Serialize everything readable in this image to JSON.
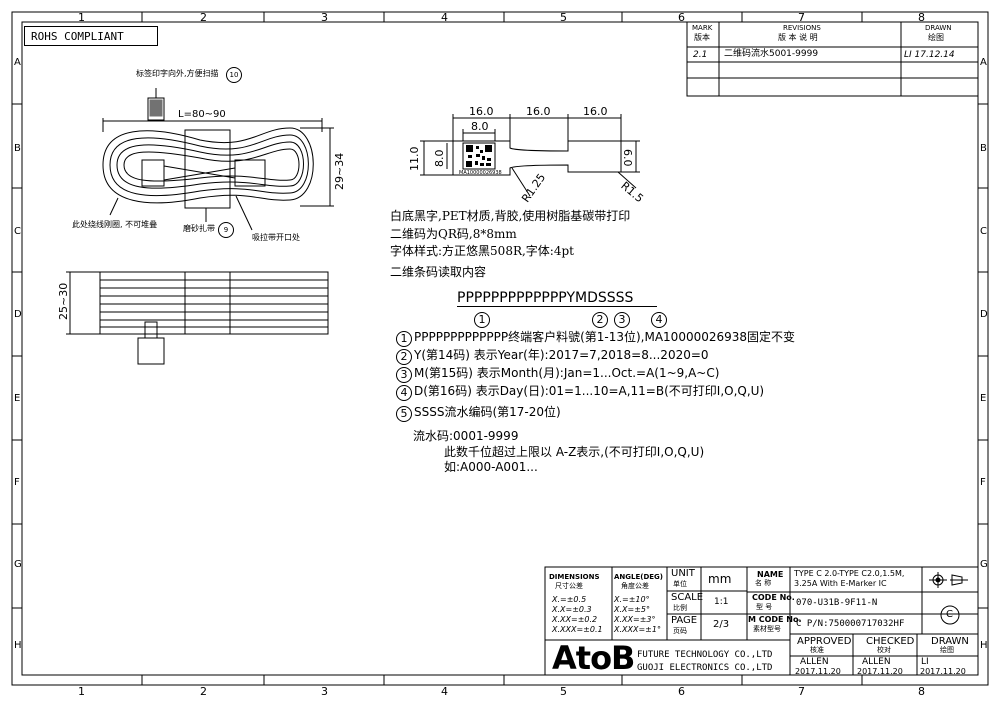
{
  "grid": {
    "columns": [
      "1",
      "2",
      "3",
      "4",
      "5",
      "6",
      "7",
      "8"
    ],
    "rows": [
      "A",
      "B",
      "C",
      "D",
      "E",
      "F",
      "G",
      "H"
    ]
  },
  "badge": "ROHS COMPLIANT",
  "revisions": {
    "mark_en": "MARK",
    "mark_cn": "版本",
    "rev_en": "REVISIONS",
    "rev_cn": "版 本 说 明",
    "drawn_en": "DRAWN",
    "drawn_cn": "绘图",
    "row1": {
      "mark": "2.1",
      "desc": "二维码流水5001-9999",
      "drawn": "LI  17.12.14"
    }
  },
  "left_drawing": {
    "label_top": "标签印字向外,方便扫描",
    "callout_top": "10",
    "length_label": "L=80~90",
    "height_label": "29~34",
    "note_left": "此处绕线刚圈, 不可堆叠",
    "note_mid": "磨砂扎带",
    "callout_mid": "9",
    "note_right": "吸拉带开口处",
    "width_label": "25~30"
  },
  "tag_drawing": {
    "dim_16a": "16.0",
    "dim_16b": "16.0",
    "dim_16c": "16.0",
    "dim_8w": "8.0",
    "dim_11": "11.0",
    "dim_8h": "8.0",
    "dim_6": "6.0",
    "r125": "R1.25",
    "r15": "R1.5",
    "qr_text": "MA10000026938"
  },
  "notes": {
    "line1": "白底黑字,PET材质,背胶,使用树脂基碳带打印",
    "line2": "二维码为QR码,8*8mm",
    "line3": "字体样式:方正悠黑508R,字体:4pt",
    "line4": "二维条码读取内容",
    "code": "PPPPPPPPPPPPPYMDSSSS",
    "c1": "1",
    "c2": "2",
    "c3": "3",
    "c4": "4",
    "c5": "5",
    "item1": "PPPPPPPPPPPPP终端客户料號(第1-13位),MA10000026938固定不变",
    "item2": "Y(第14码) 表示Year(年):2017=7,2018=8...2020=0",
    "item3": "M(第15码) 表示Month(月):Jan=1...Oct.=A(1~9,A~C)",
    "item4": "D(第16码) 表示Day(日):01=1...10=A,11=B(不可打印I,O,Q,U)",
    "item5": "SSSS流水编码(第17-20位)",
    "serial1": "流水码:0001-9999",
    "serial2": "此数千位超过上限以 A-Z表示,(不可打印I,O,Q,U)",
    "serial3": "如:A000-A001..."
  },
  "title_block": {
    "dimensions_en": "DIMENSIONS",
    "dimensions_cn": "尺寸公差",
    "angle_en": "ANGLE(DEG)",
    "angle_cn": "角度公差",
    "tol1": "X.=±0.5",
    "tol2": "X.X=±0.3",
    "tol3": "X.XX=±0.2",
    "tol4": "X.XXX=±0.1",
    "ang1": "X.=±10°",
    "ang2": "X.X=±5°",
    "ang3": "X.XX=±3°",
    "ang4": "X.XXX=±1°",
    "unit_en": "UNIT",
    "unit_cn": "单位",
    "unit_val": "mm",
    "scale_en": "SCALE",
    "scale_cn": "比例",
    "scale_val": "1:1",
    "page_en": "PAGE",
    "page_cn": "页码",
    "page_val": "2/3",
    "name_en": "NAME",
    "name_cn": "名  称",
    "name_val": "TYPE C 2.0-TYPE C2.0,1.5M, 3.25A With E-Marker IC",
    "code_en": "CODE No.",
    "code_cn": "型  号",
    "code_val": "070-U31B-9F11-N",
    "mcode_en": "M CODE No.",
    "mcode_cn": "素材型号",
    "mcode_val": "C P/N:750000717032HF",
    "copyright": "C",
    "logo": "AtoB",
    "company1": "FUTURE TECHNOLOGY CO.,LTD",
    "company2": "GUOJI ELECTRONICS CO.,LTD",
    "approved_en": "APPROVED",
    "approved_cn": "核准",
    "approved_name": "ALLEN",
    "approved_date": "2017.11.20",
    "checked_en": "CHECKED",
    "checked_cn": "校对",
    "checked_name": "ALLEN",
    "checked_date": "2017.11.20",
    "drawn_en": "DRAWN",
    "drawn_cn": "绘图",
    "drawn_name": "LI",
    "drawn_date": "2017.11.20"
  }
}
